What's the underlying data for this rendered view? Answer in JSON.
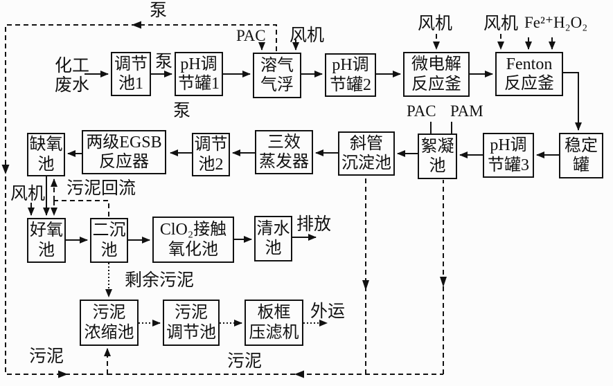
{
  "diagram": {
    "title_hint": "化工废水处理工艺流程图",
    "colors": {
      "line": "#111111",
      "background": "#fcfcfc",
      "box_border": "#111111"
    },
    "boxes": {
      "tiaojie1": "调节\n池1",
      "ph1": "pH调\n节罐1",
      "rongqi": "溶气\n气浮",
      "ph2": "pH调\n节罐2",
      "weidianjie": "微电解\n反应釜",
      "fenton": "Fenton\n反应釜",
      "wending": "稳定\n罐",
      "ph3": "pH调\n节罐3",
      "xuning": "絮凝\n池",
      "xieguan": "斜管\n沉淀池",
      "sanxiao": "三效\n蒸发器",
      "tiaojie2": "调节\n池2",
      "egsb": "两级EGSB\n反应器",
      "queyang": "缺氧\n池",
      "haoyang": "好氧\n池",
      "erchen": "二沉\n池",
      "clo2": "ClO₂接触\n氧化池",
      "qingshui": "清水\n池",
      "nongsuo": "污泥\n浓缩池",
      "wunitiaojie": "污泥\n调节池",
      "bankuang": "板框\n压滤机"
    },
    "labels": {
      "source": "化工\n废水",
      "pump_top": "泵",
      "pump_1": "泵",
      "pump_2": "泵",
      "pac_top": "PAC",
      "fan_daf": "风机",
      "fan_micro": "风机",
      "fan_fenton": "风机",
      "fe_h2o2": "Fe²⁺H₂O₂",
      "pac_floc": "PAC",
      "pam_floc": "PAM",
      "fan_aerobic": "风机",
      "sludge_return": "污泥回流",
      "excess_sludge": "剩余污泥",
      "discharge": "排放",
      "transport": "外运",
      "sludge_left": "污泥",
      "sludge_mid": "污泥"
    }
  }
}
